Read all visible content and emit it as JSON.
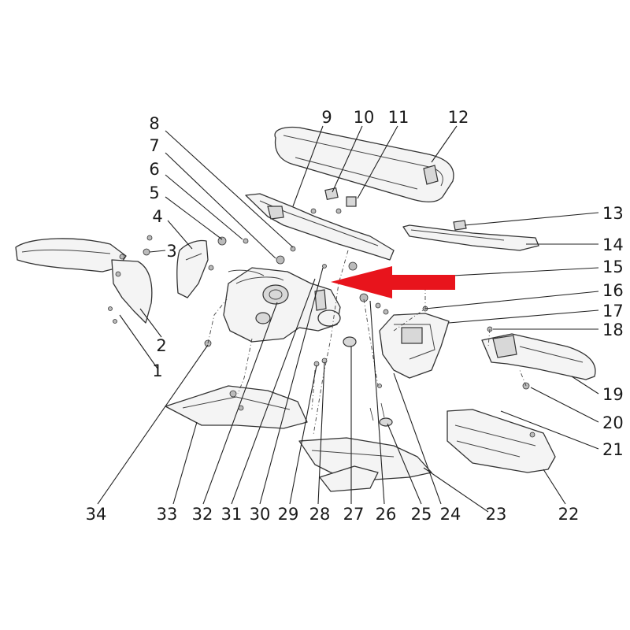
{
  "diagram": {
    "arrow_color": "#e8141c",
    "callouts": [
      {
        "id": "c1",
        "text": "1"
      },
      {
        "id": "c2",
        "text": "2"
      },
      {
        "id": "c3",
        "text": "3"
      },
      {
        "id": "c4",
        "text": "4"
      },
      {
        "id": "c5",
        "text": "5"
      },
      {
        "id": "c6",
        "text": "6"
      },
      {
        "id": "c7",
        "text": "7"
      },
      {
        "id": "c8",
        "text": "8"
      },
      {
        "id": "c9",
        "text": "9"
      },
      {
        "id": "c10",
        "text": "10"
      },
      {
        "id": "c11",
        "text": "11"
      },
      {
        "id": "c12",
        "text": "12"
      },
      {
        "id": "c13",
        "text": "13"
      },
      {
        "id": "c14",
        "text": "14"
      },
      {
        "id": "c15",
        "text": "15"
      },
      {
        "id": "c16",
        "text": "16"
      },
      {
        "id": "c17",
        "text": "17"
      },
      {
        "id": "c18",
        "text": "18"
      },
      {
        "id": "c19",
        "text": "19"
      },
      {
        "id": "c20",
        "text": "20"
      },
      {
        "id": "c21",
        "text": "21"
      },
      {
        "id": "c22",
        "text": "22"
      },
      {
        "id": "c23",
        "text": "23"
      },
      {
        "id": "c24",
        "text": "24"
      },
      {
        "id": "c25",
        "text": "25"
      },
      {
        "id": "c26",
        "text": "26"
      },
      {
        "id": "c27",
        "text": "27"
      },
      {
        "id": "c28",
        "text": "28"
      },
      {
        "id": "c29",
        "text": "29"
      },
      {
        "id": "c30",
        "text": "30"
      },
      {
        "id": "c31",
        "text": "31"
      },
      {
        "id": "c32",
        "text": "32"
      },
      {
        "id": "c33",
        "text": "33"
      },
      {
        "id": "c34",
        "text": "34"
      }
    ]
  }
}
